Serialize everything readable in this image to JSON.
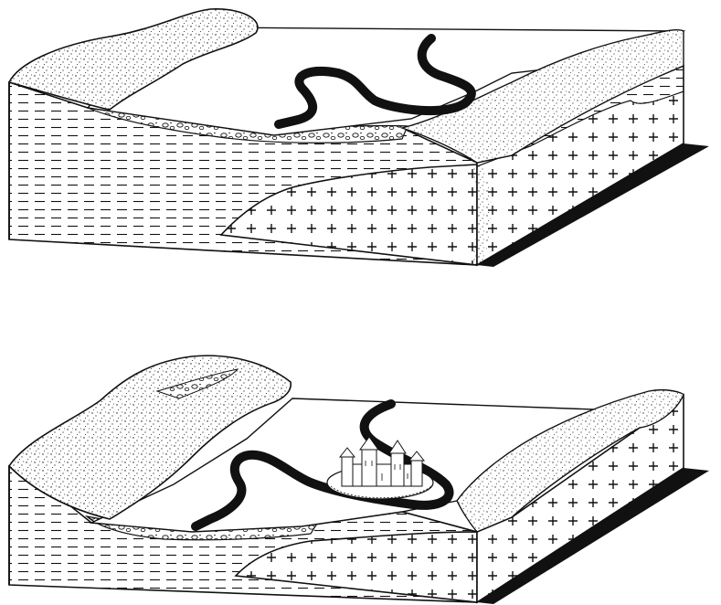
{
  "figure": {
    "panels": [
      {
        "id": "upper-block",
        "features": [
          "meandering-river",
          "gravel-deposit",
          "stratified-sediment",
          "crystalline-basement",
          "valley-slopes"
        ]
      },
      {
        "id": "lower-block",
        "features": [
          "meandering-river",
          "gravel-deposit",
          "stratified-sediment",
          "crystalline-basement",
          "valley-slopes",
          "castle-on-mound"
        ]
      }
    ],
    "colors": {
      "ink": "#111111",
      "paper": "#ffffff",
      "shadow": "#111111"
    },
    "icons": {
      "castle": "castle-icon"
    }
  }
}
